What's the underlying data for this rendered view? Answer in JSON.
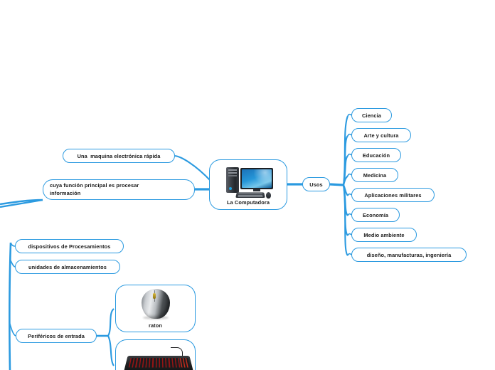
{
  "diagram": {
    "title": "La Computadora",
    "theme_color": "#2b9ae0",
    "background": "#ffffff"
  },
  "center": {
    "label": "La Computadora",
    "icon": "desktop-computer-icon"
  },
  "definition_nodes": [
    {
      "label": "Una  maquina electrónica rápida"
    },
    {
      "label": "cuya función principal es procesar\ninformación"
    }
  ],
  "usos": {
    "label": "Usos",
    "items": [
      {
        "label": "Ciencia"
      },
      {
        "label": "Arte y cultura"
      },
      {
        "label": "Educación"
      },
      {
        "label": "Medicina"
      },
      {
        "label": "Aplicaciones militares"
      },
      {
        "label": "Economía"
      },
      {
        "label": "Medio ambiente"
      },
      {
        "label": "diseño, manufacturas, ingeniería"
      }
    ]
  },
  "components": [
    {
      "label": "dispositivos de Procesamientos"
    },
    {
      "label": "unidades de almacenamientos"
    },
    {
      "label": "Periféricos de entrada"
    }
  ],
  "perifericos_items": [
    {
      "label": "raton",
      "icon": "computer-mouse-icon"
    },
    {
      "label": "",
      "icon": "keyboard-icon"
    }
  ]
}
